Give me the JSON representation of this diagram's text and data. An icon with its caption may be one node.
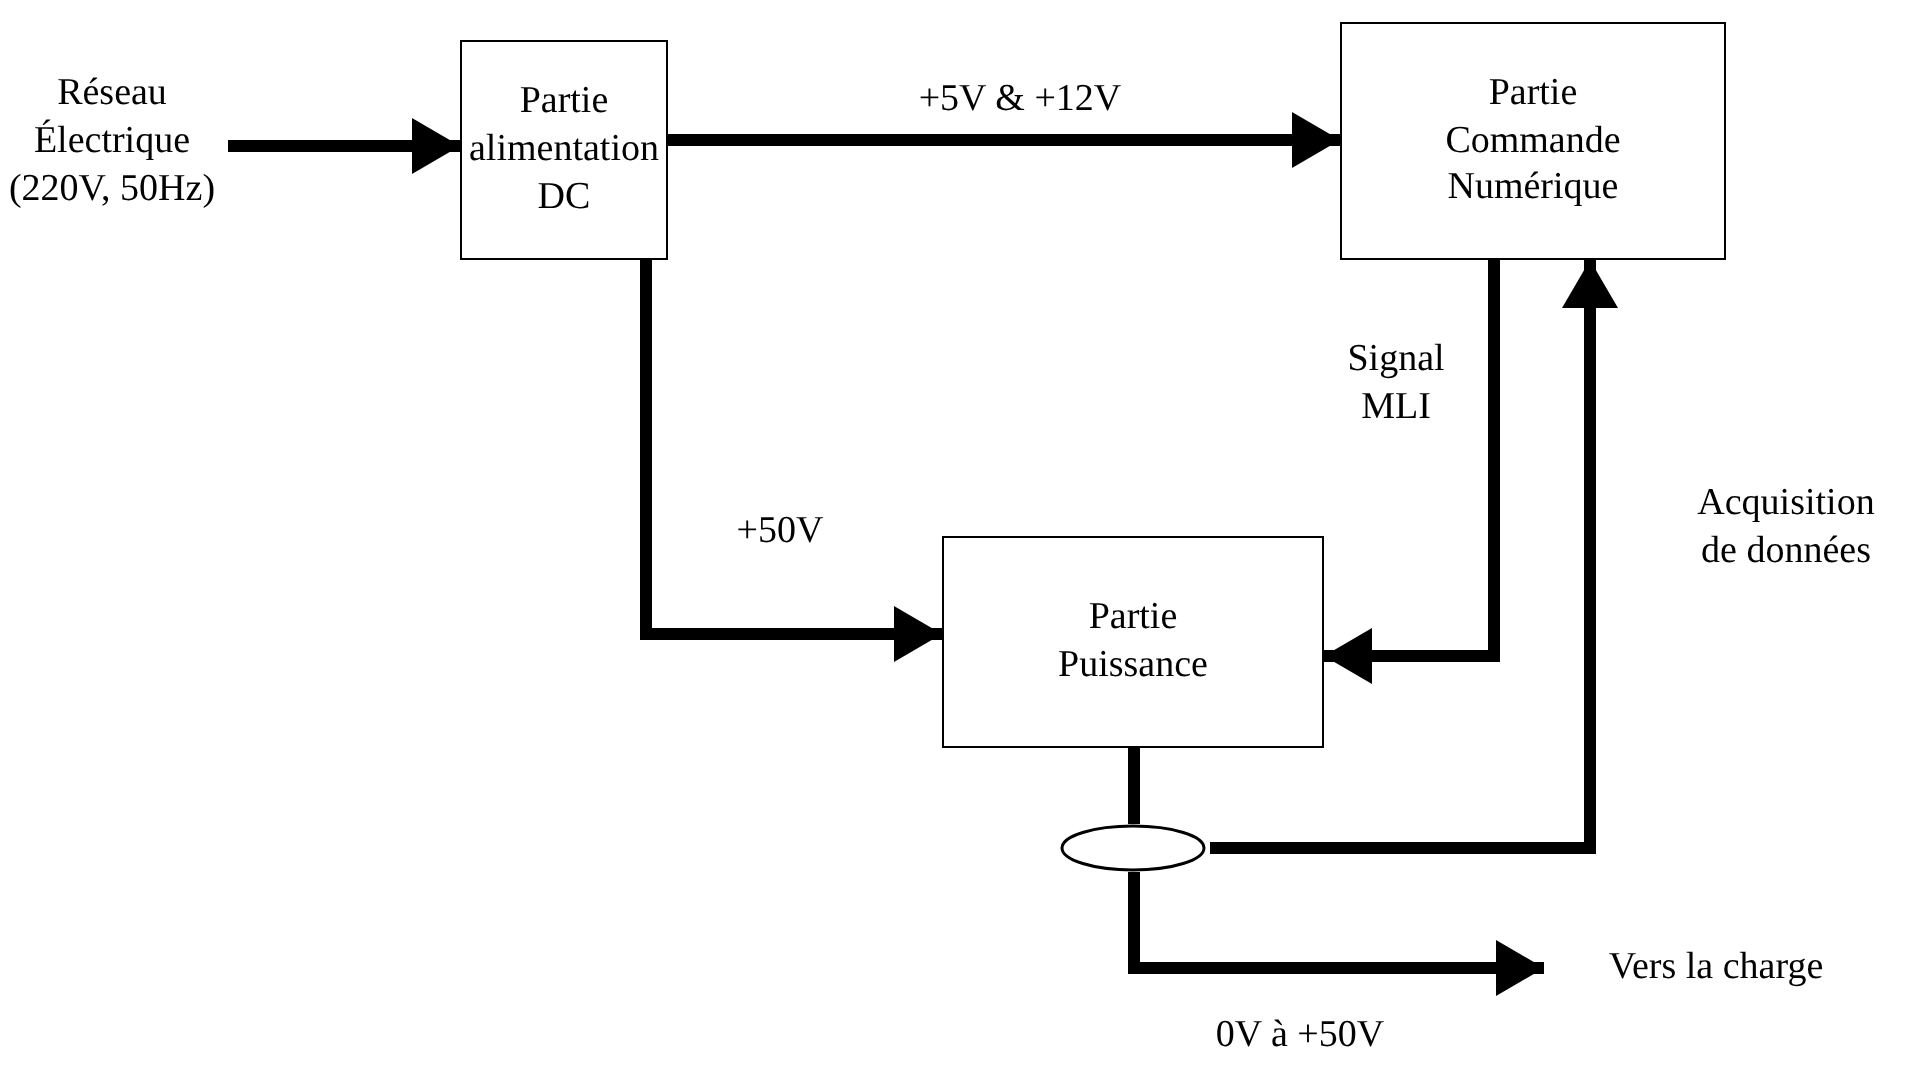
{
  "diagram": {
    "nodes": [
      {
        "text": [
          "Réseau Électrique (220V, 50Hz)"
        ]
      },
      {
        "text": [
          "Partie alimentation DC"
        ]
      },
      {
        "text": [
          "Partie Commande Numérique"
        ]
      },
      {
        "text": [
          "Partie Puissance"
        ]
      },
      {
        "text": [],
        "shape": "ellipse"
      },
      {
        "text": [
          "Vers la charge"
        ]
      }
    ],
    "edges": [
      {
        "from": 0,
        "to": 1,
        "arrow": "to"
      },
      {
        "from": 1,
        "to": 2,
        "arrow": "to",
        "label": "+5V & +12V"
      },
      {
        "from": 1,
        "to": 3,
        "arrow": "to",
        "label": "+50V"
      },
      {
        "from": 2,
        "to": 3,
        "arrow": "to",
        "label": "Signal MLI"
      },
      {
        "from": 3,
        "to": 4,
        "arrow": "none"
      },
      {
        "from": 4,
        "to": 5,
        "arrow": "to",
        "label": "0V à +50V"
      },
      {
        "from": 4,
        "to": 2,
        "arrow": "to",
        "label": "Acquisition de données"
      }
    ]
  }
}
